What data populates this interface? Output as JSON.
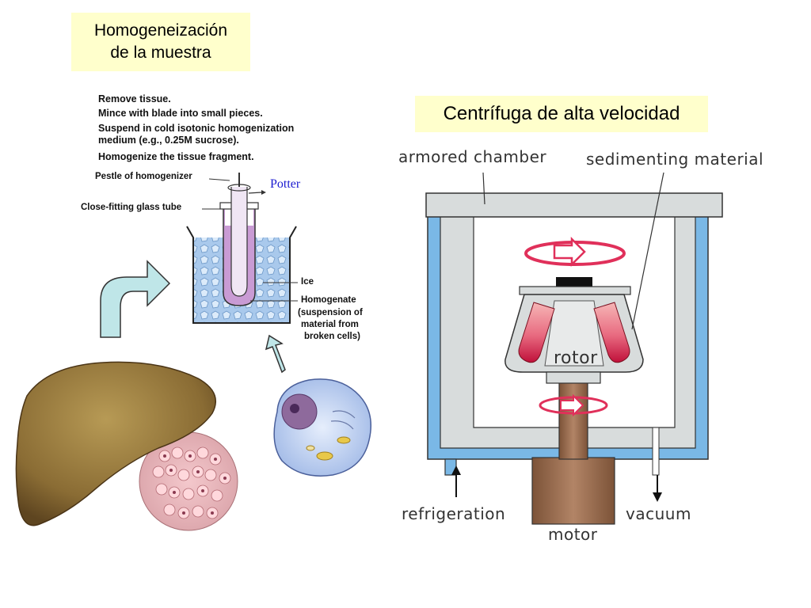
{
  "titles": {
    "left_line1": "Homogeneización",
    "left_line2": "de la muestra",
    "right": "Centrífuga de alta velocidad"
  },
  "homogenization": {
    "steps": [
      "Remove tissue.",
      "Mince with blade into small pieces.",
      "Suspend in cold isotonic homogenization",
      "medium (e.g., 0.25M sucrose).",
      "Homogenize the tissue fragment."
    ],
    "pestle_label": "Pestle of homogenizer",
    "tube_label": "Close-fitting glass tube",
    "potter_label": "Potter",
    "ice_label": "Ice",
    "homogenate_label": "Homogenate",
    "homogenate_desc": [
      "(suspension of",
      "material from",
      "broken cells)"
    ]
  },
  "centrifuge": {
    "armored_chamber": "armored chamber",
    "sedimenting_material": "sedimenting material",
    "rotor": "rotor",
    "refrigeration": "refrigeration",
    "motor": "motor",
    "vacuum": "vacuum"
  },
  "colors": {
    "title_bg": "#ffffcc",
    "arrow_fill": "#bfe6e8",
    "coolant": "#7ab8e6",
    "chamber_grey": "#d8dcdc",
    "motor_brown": "#a2765a",
    "sample_red": "#d8204a",
    "potter_blue": "#1a1ad0"
  }
}
